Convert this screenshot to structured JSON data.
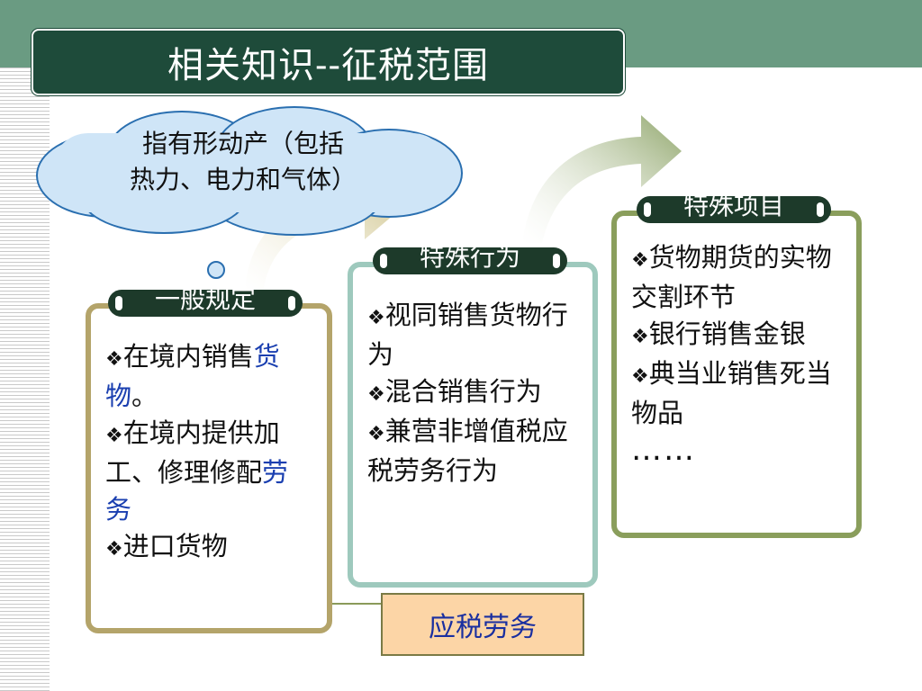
{
  "title": "相关知识--征税范围",
  "cloud": {
    "line1": "指有形动产（包括",
    "line2": "热力、电力和气体）"
  },
  "boxes": [
    {
      "label": "一般规定",
      "items": [
        {
          "bullet": "❖",
          "text": "在境内销售",
          "blue": "货物",
          "after": "。"
        },
        {
          "bullet": "❖",
          "text": "在境内提供加工、修理修配",
          "blue": "劳务",
          "after": ""
        },
        {
          "bullet": "❖",
          "text": "进口货物",
          "blue": "",
          "after": ""
        }
      ]
    },
    {
      "label": "特殊行为",
      "items": [
        {
          "bullet": "❖",
          "text": "视同销售货物行为"
        },
        {
          "bullet": "❖",
          "text": "混合销售行为"
        },
        {
          "bullet": "❖",
          "text": "兼营非增值税应税劳务行为"
        }
      ]
    },
    {
      "label": "特殊项目",
      "items": [
        {
          "bullet": "❖",
          "text": "货物期货的实物交割环节"
        },
        {
          "bullet": "❖",
          "text": "银行销售金银"
        },
        {
          "bullet": "❖",
          "text": "典当业销售死当物品"
        }
      ],
      "ellipsis": "……"
    }
  ],
  "callout": "应税劳务",
  "colors": {
    "header_green": "#6a9b82",
    "title_bg": "#1e4b3a",
    "box1_border": "#b4a46a",
    "box2_border": "#9ec9bd",
    "box3_border": "#8a9e5c",
    "highlight_blue": "#1a3fb0",
    "callout_bg": "#fcd5a6"
  }
}
